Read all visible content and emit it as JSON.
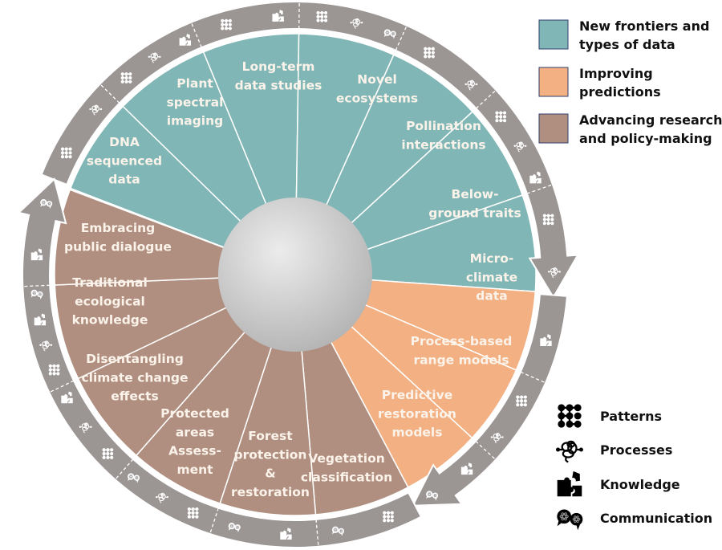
{
  "colors": {
    "frontiers": "#80b6b5",
    "predictions": "#f2b083",
    "research": "#b08f80",
    "ring": "#9b9594",
    "legend_border": "#2f3f6e"
  },
  "categories": [
    {
      "key": "frontiers",
      "legend_lines": [
        "New frontiers and",
        "types of data"
      ]
    },
    {
      "key": "predictions",
      "legend_lines": [
        "Improving",
        "predictions"
      ]
    },
    {
      "key": "research",
      "legend_lines": [
        "Advancing research",
        "and policy-making"
      ]
    }
  ],
  "segments": [
    {
      "category": "frontiers",
      "lines": [
        "DNA",
        "sequenced",
        "data"
      ],
      "icons": [
        "patterns",
        "processes"
      ]
    },
    {
      "category": "frontiers",
      "lines": [
        "Plant",
        "spectral",
        "imaging"
      ],
      "icons": [
        "patterns",
        "processes",
        "knowledge"
      ]
    },
    {
      "category": "frontiers",
      "lines": [
        "Long-term",
        "data studies"
      ],
      "icons": [
        "patterns",
        "knowledge"
      ]
    },
    {
      "category": "frontiers",
      "lines": [
        "Novel",
        "ecosystems"
      ],
      "icons": [
        "patterns",
        "processes",
        "communication"
      ]
    },
    {
      "category": "frontiers",
      "lines": [
        "Pollination",
        "interactions"
      ],
      "icons": [
        "patterns",
        "processes"
      ]
    },
    {
      "category": "frontiers",
      "lines": [
        "Below-",
        "ground traits"
      ],
      "icons": [
        "patterns",
        "processes",
        "knowledge"
      ]
    },
    {
      "category": "frontiers",
      "lines": [
        "Micro-",
        "climate",
        "data"
      ],
      "icons": [
        "patterns",
        "processes"
      ]
    },
    {
      "category": "predictions",
      "lines": [
        "Process-based",
        "range models"
      ],
      "icons": [
        "knowledge"
      ]
    },
    {
      "category": "predictions",
      "lines": [
        "Predictive",
        "restoration",
        "models"
      ],
      "icons": [
        "patterns",
        "processes"
      ]
    },
    {
      "category": "predictions",
      "lines": [
        "Vegetation",
        "classification"
      ],
      "icons": [
        "knowledge",
        "communication"
      ]
    },
    {
      "category": "research",
      "lines": [
        "Vegetation",
        "classification"
      ],
      "icons": [
        "patterns",
        "communication"
      ]
    },
    {
      "category": "research",
      "lines": [
        "Forest",
        "protection",
        "&",
        "restoration"
      ],
      "icons": [
        "knowledge",
        "communication"
      ]
    },
    {
      "category": "research",
      "lines": [
        "Protected",
        "areas",
        "Assess-",
        "ment"
      ],
      "icons": [
        "patterns",
        "processes",
        "communication"
      ]
    },
    {
      "category": "research",
      "lines": [
        "Disentangling",
        "climate change",
        "effects"
      ],
      "icons": [
        "patterns",
        "processes",
        "knowledge"
      ]
    },
    {
      "category": "research",
      "lines": [
        "Traditional",
        "ecological",
        "knowledge"
      ],
      "icons": [
        "patterns",
        "processes",
        "knowledge",
        "communication"
      ]
    },
    {
      "category": "research",
      "lines": [
        "Embracing",
        "public dialogue"
      ],
      "icons": [
        "knowledge",
        "communication"
      ]
    }
  ],
  "icon_legend": [
    {
      "icon": "patterns",
      "label": "Patterns"
    },
    {
      "icon": "processes",
      "label": "Processes"
    },
    {
      "icon": "knowledge",
      "label": "Knowledge"
    },
    {
      "icon": "communication",
      "label": "Communication"
    }
  ]
}
